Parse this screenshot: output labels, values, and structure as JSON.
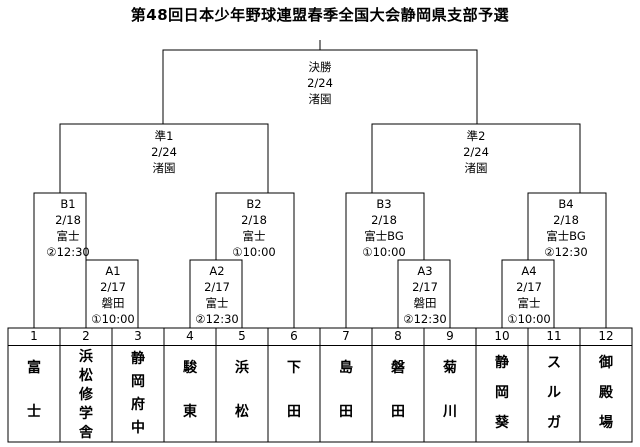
{
  "title": "第48回日本少年野球連盟春季全国大会静岡県支部予選",
  "final": {
    "name": "決勝",
    "date": "2/24",
    "venue": "渚園"
  },
  "semis": [
    {
      "name": "準1",
      "date": "2/24",
      "venue": "渚園"
    },
    {
      "name": "準2",
      "date": "2/24",
      "venue": "渚園"
    }
  ],
  "bmatches": [
    {
      "name": "B1",
      "date": "2/18",
      "venue": "富士",
      "time": "②12:30"
    },
    {
      "name": "B2",
      "date": "2/18",
      "venue": "富士",
      "time": "①10:00"
    },
    {
      "name": "B3",
      "date": "2/18",
      "venue": "富士BG",
      "time": "①10:00"
    },
    {
      "name": "B4",
      "date": "2/18",
      "venue": "富士BG",
      "time": "②12:30"
    }
  ],
  "amatches": [
    {
      "name": "A1",
      "date": "2/17",
      "venue": "磐田",
      "time": "①10:00"
    },
    {
      "name": "A2",
      "date": "2/17",
      "venue": "富士",
      "time": "②12:30"
    },
    {
      "name": "A3",
      "date": "2/17",
      "venue": "磐田",
      "time": "②12:30"
    },
    {
      "name": "A4",
      "date": "2/17",
      "venue": "富士",
      "time": "①10:00"
    }
  ],
  "teams": [
    {
      "num": "1",
      "chars": [
        "富",
        "士"
      ]
    },
    {
      "num": "2",
      "chars": [
        "浜",
        "松",
        "修",
        "学",
        "舎"
      ]
    },
    {
      "num": "3",
      "chars": [
        "静",
        "岡",
        "府",
        "中"
      ]
    },
    {
      "num": "4",
      "chars": [
        "駿",
        "東"
      ]
    },
    {
      "num": "5",
      "chars": [
        "浜",
        "松"
      ]
    },
    {
      "num": "6",
      "chars": [
        "下",
        "田"
      ]
    },
    {
      "num": "7",
      "chars": [
        "島",
        "田"
      ]
    },
    {
      "num": "8",
      "chars": [
        "磐",
        "田"
      ]
    },
    {
      "num": "9",
      "chars": [
        "菊",
        "川"
      ]
    },
    {
      "num": "10",
      "chars": [
        "静",
        "岡",
        "葵"
      ]
    },
    {
      "num": "11",
      "chars": [
        "ス",
        "ル",
        "ガ"
      ]
    },
    {
      "num": "12",
      "chars": [
        "御",
        "殿",
        "場"
      ]
    }
  ]
}
